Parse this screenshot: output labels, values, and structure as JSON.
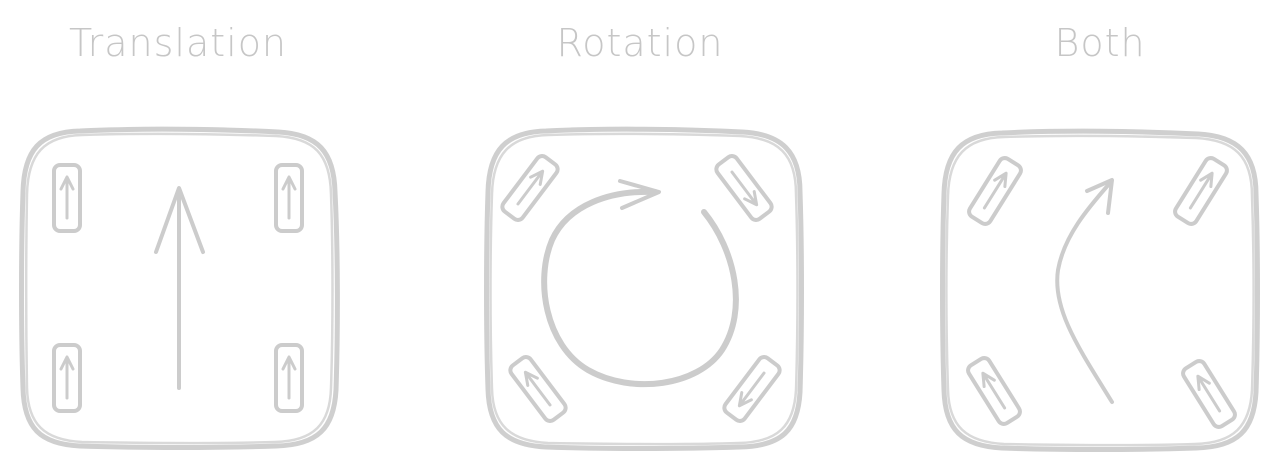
{
  "panels": [
    {
      "key": "translation",
      "title": "Translation",
      "wheel_angle": 0,
      "motion": "straight"
    },
    {
      "key": "rotation",
      "title": "Rotation",
      "wheel_angles": [
        45,
        135,
        -135,
        -45
      ],
      "motion": "circular"
    },
    {
      "key": "both",
      "title": "Both",
      "wheel_angle": 30,
      "motion": "curved"
    }
  ],
  "colors": {
    "stroke": "#cccccc",
    "title": "#c6c6c6",
    "background": "#ffffff"
  }
}
